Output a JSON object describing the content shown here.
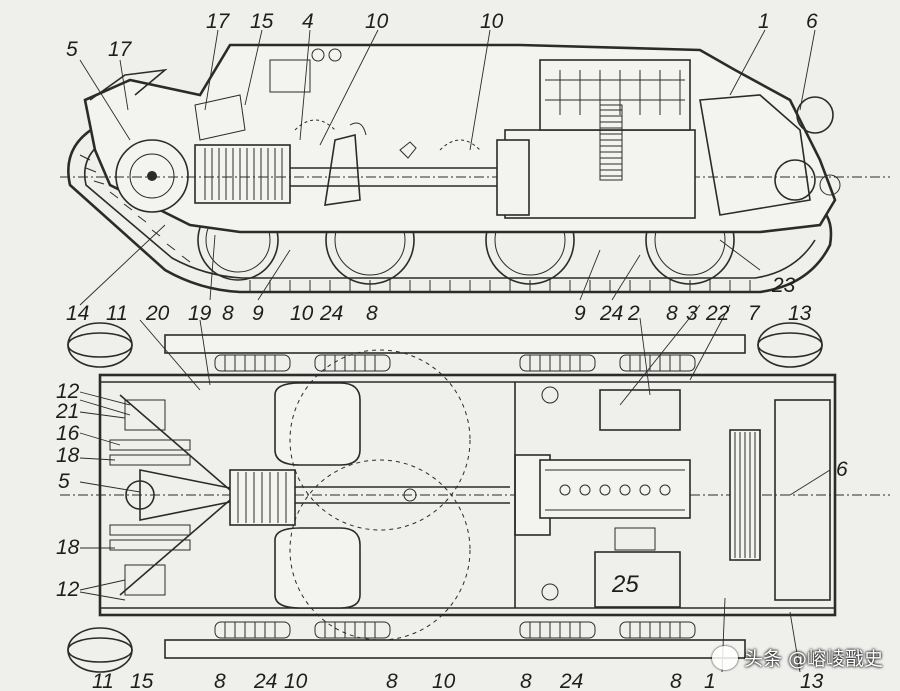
{
  "watermark": {
    "text": "头条 @嵱崚戬史"
  },
  "callouts_top": [
    "5",
    "17",
    "17",
    "15",
    "4",
    "10",
    "10",
    "1",
    "6",
    "14",
    "11",
    "20",
    "19",
    "8",
    "9",
    "10",
    "24",
    "8",
    "9",
    "24",
    "8",
    "3",
    "22",
    "2",
    "7",
    "13",
    "23"
  ],
  "callouts_bottom": [
    "12",
    "21",
    "16",
    "18",
    "5",
    "18",
    "12",
    "25",
    "6",
    "11",
    "15",
    "8",
    "24",
    "10",
    "8",
    "10",
    "8",
    "24",
    "8",
    "1",
    "13"
  ],
  "icons": {
    "watermark_badge": "wechat-logo-icon"
  }
}
